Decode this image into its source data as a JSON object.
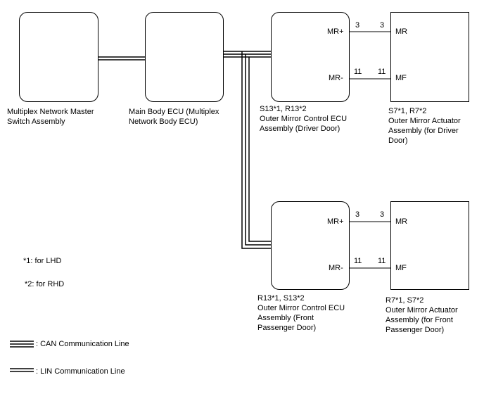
{
  "components": {
    "master_switch": {
      "name_line1": "Multiplex Network Master",
      "name_line2": "Switch Assembly"
    },
    "main_body_ecu": {
      "name_line1": "Main Body ECU (Multiplex",
      "name_line2": "Network Body ECU)"
    },
    "driver_ecu": {
      "codes": "S13*1, R13*2",
      "name_line1": "Outer Mirror Control ECU",
      "name_line2": "Assembly (Driver Door)",
      "term_plus": "MR+",
      "term_minus": "MR-"
    },
    "driver_actuator": {
      "codes": "S7*1, R7*2",
      "name_line1": "Outer Mirror Actuator",
      "name_line2": "Assembly (for Driver",
      "name_line3": "Door)",
      "term_r": "MR",
      "term_f": "MF"
    },
    "passenger_ecu": {
      "codes": "R13*1, S13*2",
      "name_line1": "Outer Mirror Control ECU",
      "name_line2": "Assembly (Front",
      "name_line3": "Passenger Door)",
      "term_plus": "MR+",
      "term_minus": "MR-"
    },
    "passenger_actuator": {
      "codes": "R7*1, S7*2",
      "name_line1": "Outer Mirror Actuator",
      "name_line2": "Assembly (for Front",
      "name_line3": "Passenger Door)",
      "term_r": "MR",
      "term_f": "MF"
    }
  },
  "wires": {
    "driver_top_pin_ecu": "3",
    "driver_top_pin_act": "3",
    "driver_bottom_pin_ecu": "11",
    "driver_bottom_pin_act": "11",
    "passenger_top_pin_ecu": "3",
    "passenger_top_pin_act": "3",
    "passenger_bottom_pin_ecu": "11",
    "passenger_bottom_pin_act": "11"
  },
  "notes": {
    "note1": "*1: for LHD",
    "note2": "*2: for RHD"
  },
  "legend": {
    "can_label": ": CAN Communication Line",
    "lin_label": ": LIN Communication Line"
  }
}
